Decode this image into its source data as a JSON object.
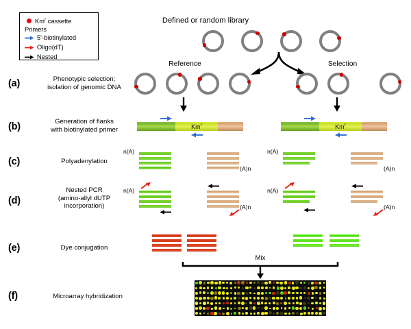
{
  "legend": {
    "cassette_label": "Km",
    "cassette_sup": "r",
    "cassette_suffix": " cassette",
    "primers_header": "Primers",
    "items": [
      {
        "name": "5'-biotinylated",
        "color": "#2f6fd0"
      },
      {
        "name": "Oligo(dT)",
        "color": "#e8201b"
      },
      {
        "name": "Nested",
        "color": "#000000"
      }
    ]
  },
  "top": {
    "library_title": "Defined or random library",
    "library_plasmids": [
      {
        "mark_angle": 205
      },
      {
        "mark_angle": 55
      },
      {
        "mark_angle": 135
      },
      {
        "mark_angle": 20
      }
    ]
  },
  "branches": {
    "reference_title": "Reference",
    "selection_title": "Selection"
  },
  "steps": [
    {
      "tag": "(a)",
      "desc_line1": "Phenotypic selection;",
      "desc_line2": "isolation of genomic DNA",
      "reference_plasmids": [
        {
          "mark_angle": 200
        },
        {
          "mark_angle": 70
        },
        {
          "mark_angle": 150
        },
        {
          "mark_angle": 10
        }
      ],
      "selection_plasmids": [
        {
          "mark_angle": 200
        },
        {
          "mark_angle": 70
        },
        {
          "mark_angle": 10
        }
      ]
    },
    {
      "tag": "(b)",
      "desc_line1": "Generation of flanks",
      "desc_line2": "with biotinylated primer",
      "construct": {
        "segments": [
          {
            "kind": "green",
            "width": 56
          },
          {
            "kind": "km",
            "width": 62,
            "label": "Km",
            "sup": "r"
          },
          {
            "kind": "tan",
            "width": 37
          }
        ]
      }
    },
    {
      "tag": "(c)",
      "desc_line1": "Polyadenylation",
      "desc_line2": "",
      "tag_left": "n(A)",
      "tag_right": "(A)n"
    },
    {
      "tag": "(d)",
      "desc_line1": "Nested PCR",
      "desc_line2": "(amino-allyl dUTP",
      "desc_line3": "incorporation)",
      "tag_left": "n(A)",
      "tag_right": "(A)n"
    },
    {
      "tag": "(e)",
      "desc_line1": "Dye conjugation",
      "desc_line2": "",
      "mix_label": "Mix",
      "reference_dye_color": "#cf2d0d",
      "selection_dye_color": "#49e209"
    },
    {
      "tag": "(f)",
      "desc_line1": "Microarray hybridization",
      "desc_line2": ""
    }
  ],
  "colors": {
    "plasmid_ring": "#808080",
    "cassette_red": "#cc0000",
    "biotin_arrow": "#2f6fd0",
    "oligodt_arrow": "#e8201b",
    "nested_arrow": "#000000",
    "array_background": "#0a0a0a"
  },
  "microarray": {
    "rows": 7,
    "cols": 34,
    "spot_colors": [
      "#e8e81a",
      "#d6e015",
      "#5cd21a",
      "#c92a0a",
      "#8a7a10",
      "#3a3a0c",
      "#f0f030",
      "#a8b012"
    ]
  }
}
